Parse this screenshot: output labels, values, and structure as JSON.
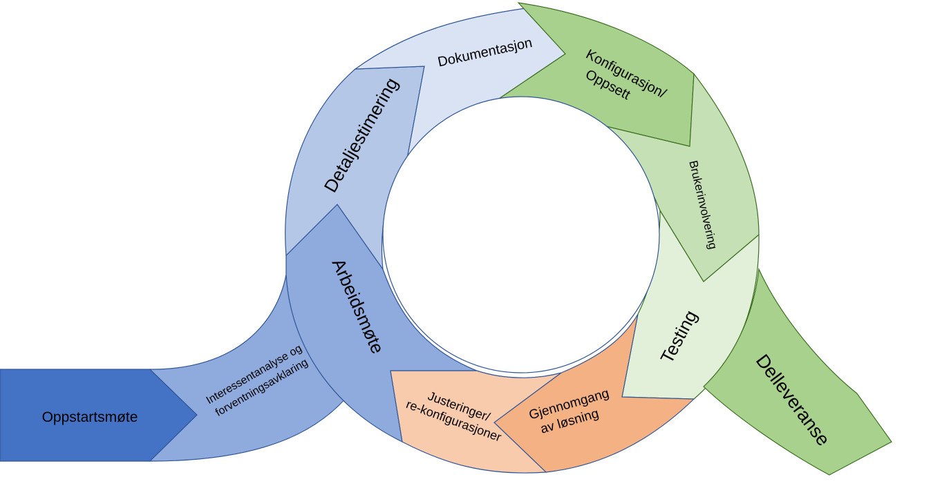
{
  "process": {
    "start": "Oppstartsmøte",
    "stakeholder_line1": "Interessentanalyse og",
    "stakeholder_line2": "forventningsavklaring",
    "workshop": "Arbeidsmøte",
    "estimation": "Detaljestimering",
    "documentation": "Dokumentasjon",
    "config_line1": "Konfigurasjon/",
    "config_line2": "Oppsett",
    "user_involvement": "Brukerinvolvering",
    "testing": "Testing",
    "review_line1": "Gjennomgang",
    "review_line2": "av løsning",
    "adjust_line1": "Justeringer/",
    "adjust_line2": "re-konfigurasjoner",
    "delivery": "Delleveranse"
  },
  "colors": {
    "start": "#4472c4",
    "intake": "#8faadc",
    "workshop": "#8faadc",
    "estimation": "#b4c7e7",
    "documentation": "#dae3f3",
    "config": "#a9d18e",
    "user_involvement": "#c5e0b4",
    "testing": "#e2f0d9",
    "review": "#f4b183",
    "adjust": "#f8cbad",
    "delivery": "#a9d18e"
  }
}
